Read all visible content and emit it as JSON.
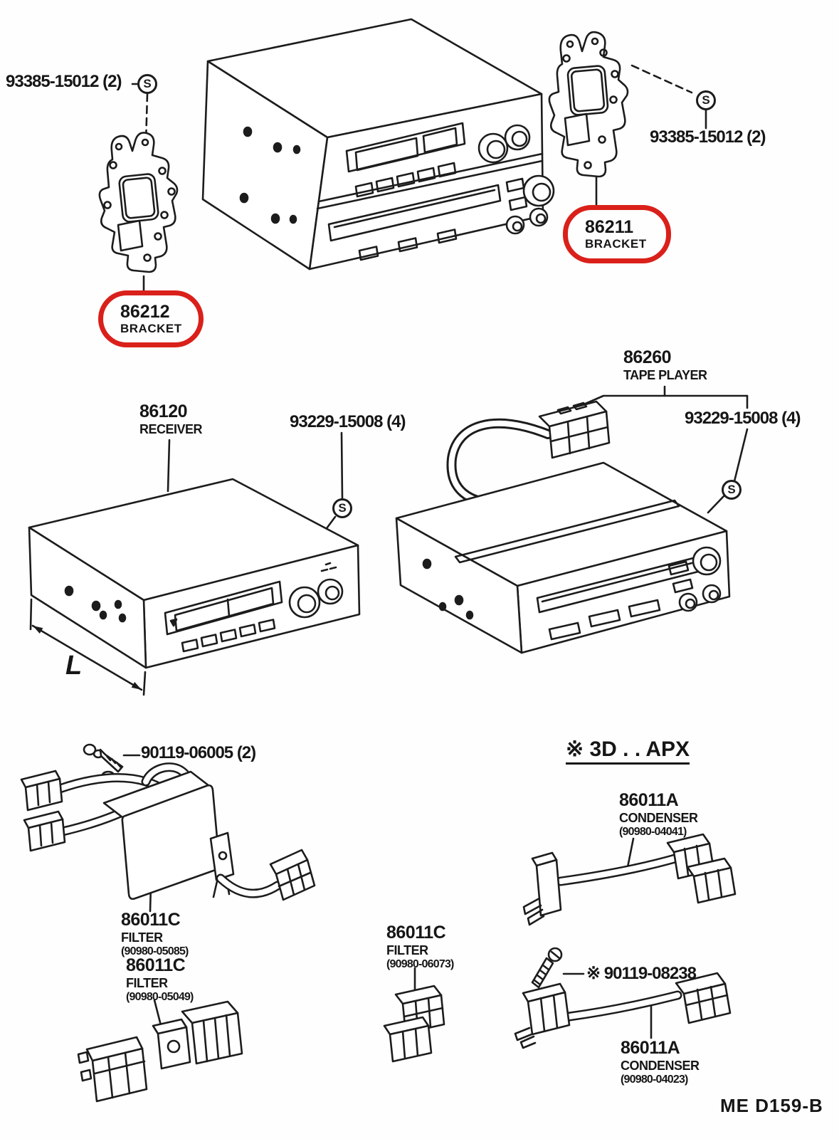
{
  "doc": {
    "footer": "ME  D159-B"
  },
  "sym": {
    "s": "S",
    "dim": "L",
    "section": "※ 3D . . APX"
  },
  "labels": {
    "screw_tl": "93385-15012 (2)",
    "screw_tr": "93385-15012 (2)",
    "screw_recv": "93229-15008 (4)",
    "screw_tape": "93229-15008 (4)",
    "bolt_filter": "90119-06005 (2)",
    "bolt_condenser": "※ 90119-08238"
  },
  "parts": {
    "bracket_l": {
      "num": "86212",
      "name": "BRACKET"
    },
    "bracket_r": {
      "num": "86211",
      "name": "BRACKET"
    },
    "receiver": {
      "num": "86120",
      "name": "RECEIVER"
    },
    "tape_player": {
      "num": "86260",
      "name": "TAPE PLAYER"
    },
    "filter_a": {
      "num": "86011C",
      "name": "FILTER",
      "ref": "(90980-05085)"
    },
    "filter_b": {
      "num": "86011C",
      "name": "FILTER",
      "ref": "(90980-05049)"
    },
    "filter_c": {
      "num": "86011C",
      "name": "FILTER",
      "ref": "(90980-06073)"
    },
    "condenser_a": {
      "num": "86011A",
      "name": "CONDENSER",
      "ref": "(90980-04041)"
    },
    "condenser_b": {
      "num": "86011A",
      "name": "CONDENSER",
      "ref": "(90980-04023)"
    }
  }
}
